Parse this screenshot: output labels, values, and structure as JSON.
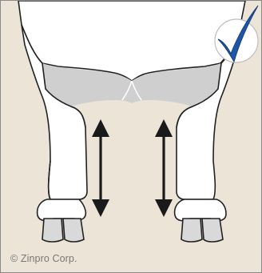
{
  "caption": {
    "copyright": "© Zinpro Corp."
  },
  "illustration": {
    "subject": "cow-hind-legs-rear-view",
    "status_icon": "checkmark-icon",
    "indicator": "double-headed-arrows",
    "colors": {
      "background": "#ede4d8",
      "leg_fill": "#ffffff",
      "udder_shading": "#cfcfcf",
      "hoof_fill": "#d9d9d9",
      "outline": "#222222",
      "checkmark_blue": "#1f56a8",
      "badge_circle": "#ffffff",
      "arrow": "#1a1a1a"
    }
  }
}
